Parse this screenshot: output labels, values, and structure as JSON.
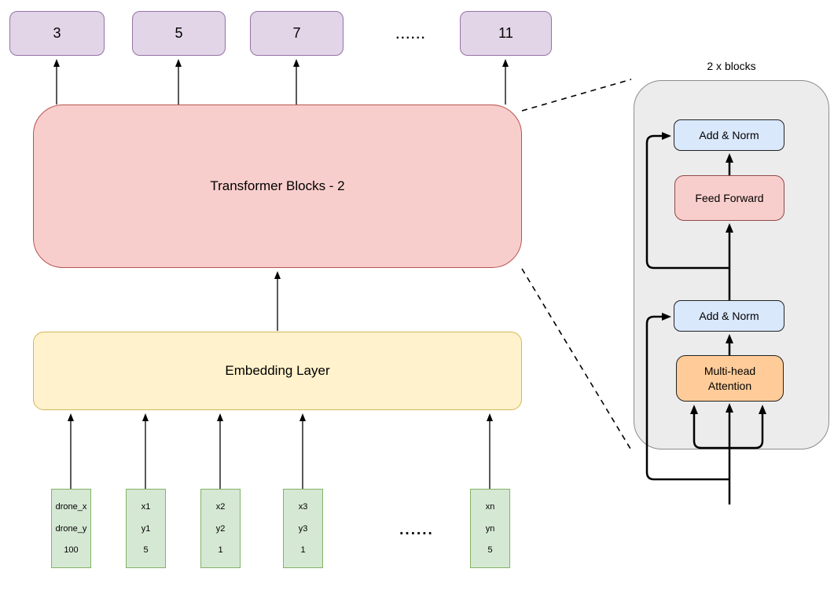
{
  "diagram": {
    "outputs": [
      "3",
      "5",
      "7",
      "11"
    ],
    "ellipsis_top": "......",
    "transformer_label": "Transformer Blocks - 2",
    "embedding_label": "Embedding Layer",
    "inputs": [
      {
        "lines": [
          "drone_x",
          "drone_y",
          "100"
        ]
      },
      {
        "lines": [
          "x1",
          "y1",
          "5"
        ]
      },
      {
        "lines": [
          "x2",
          "y2",
          "1"
        ]
      },
      {
        "lines": [
          "x3",
          "y3",
          "1"
        ]
      },
      {
        "lines": [
          "xn",
          "yn",
          "5"
        ]
      }
    ],
    "ellipsis_bottom": "......",
    "detail": {
      "title": "2 x blocks",
      "add_norm_top": "Add & Norm",
      "feed_forward": "Feed Forward",
      "add_norm_bottom": "Add & Norm",
      "attention_line1": "Multi-head",
      "attention_line2": "Attention"
    },
    "colors": {
      "output_fill": "#e1d5e7",
      "output_stroke": "#9673a6",
      "transformer_fill": "#f8cecc",
      "transformer_stroke": "#b85450",
      "embedding_fill": "#fff2cc",
      "embedding_stroke": "#d6b656",
      "input_fill": "#d5e8d4",
      "input_stroke": "#82b366",
      "add_norm_fill": "#dae8fc",
      "feed_forward_fill": "#f8cecc",
      "attention_fill": "#ffcc99",
      "panel_fill": "#ececec",
      "line_color": "#000000"
    }
  }
}
